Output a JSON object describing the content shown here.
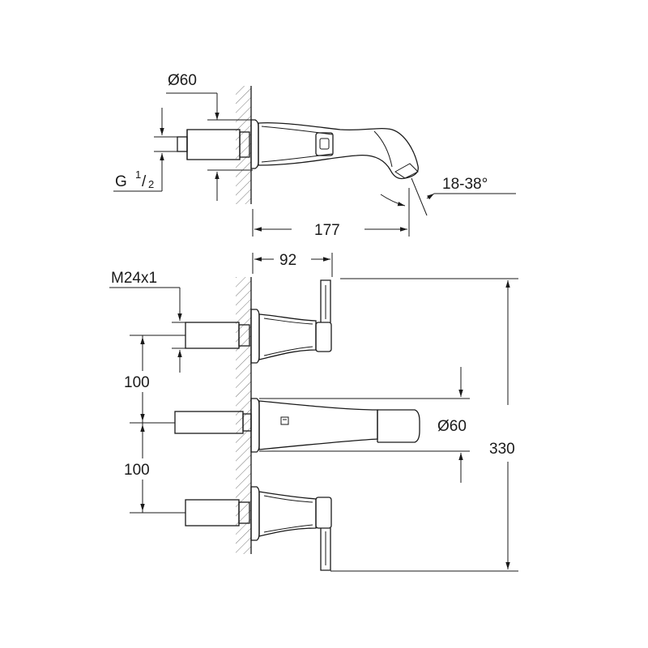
{
  "top_view": {
    "dim_diameter": "Ø60",
    "dim_thread_main": "G",
    "dim_thread_num": "1",
    "dim_thread_slash": "/",
    "dim_thread_den": "2",
    "dim_angle": "18-38°",
    "dim_length": "177"
  },
  "front_view": {
    "dim_handle_offset": "92",
    "dim_thread": "M24x1",
    "dim_spacing_upper": "100",
    "dim_spacing_lower": "100",
    "dim_spout_diameter": "Ø60",
    "dim_total_height": "330"
  },
  "colors": {
    "line": "#1a1a1a",
    "background": "#ffffff"
  }
}
